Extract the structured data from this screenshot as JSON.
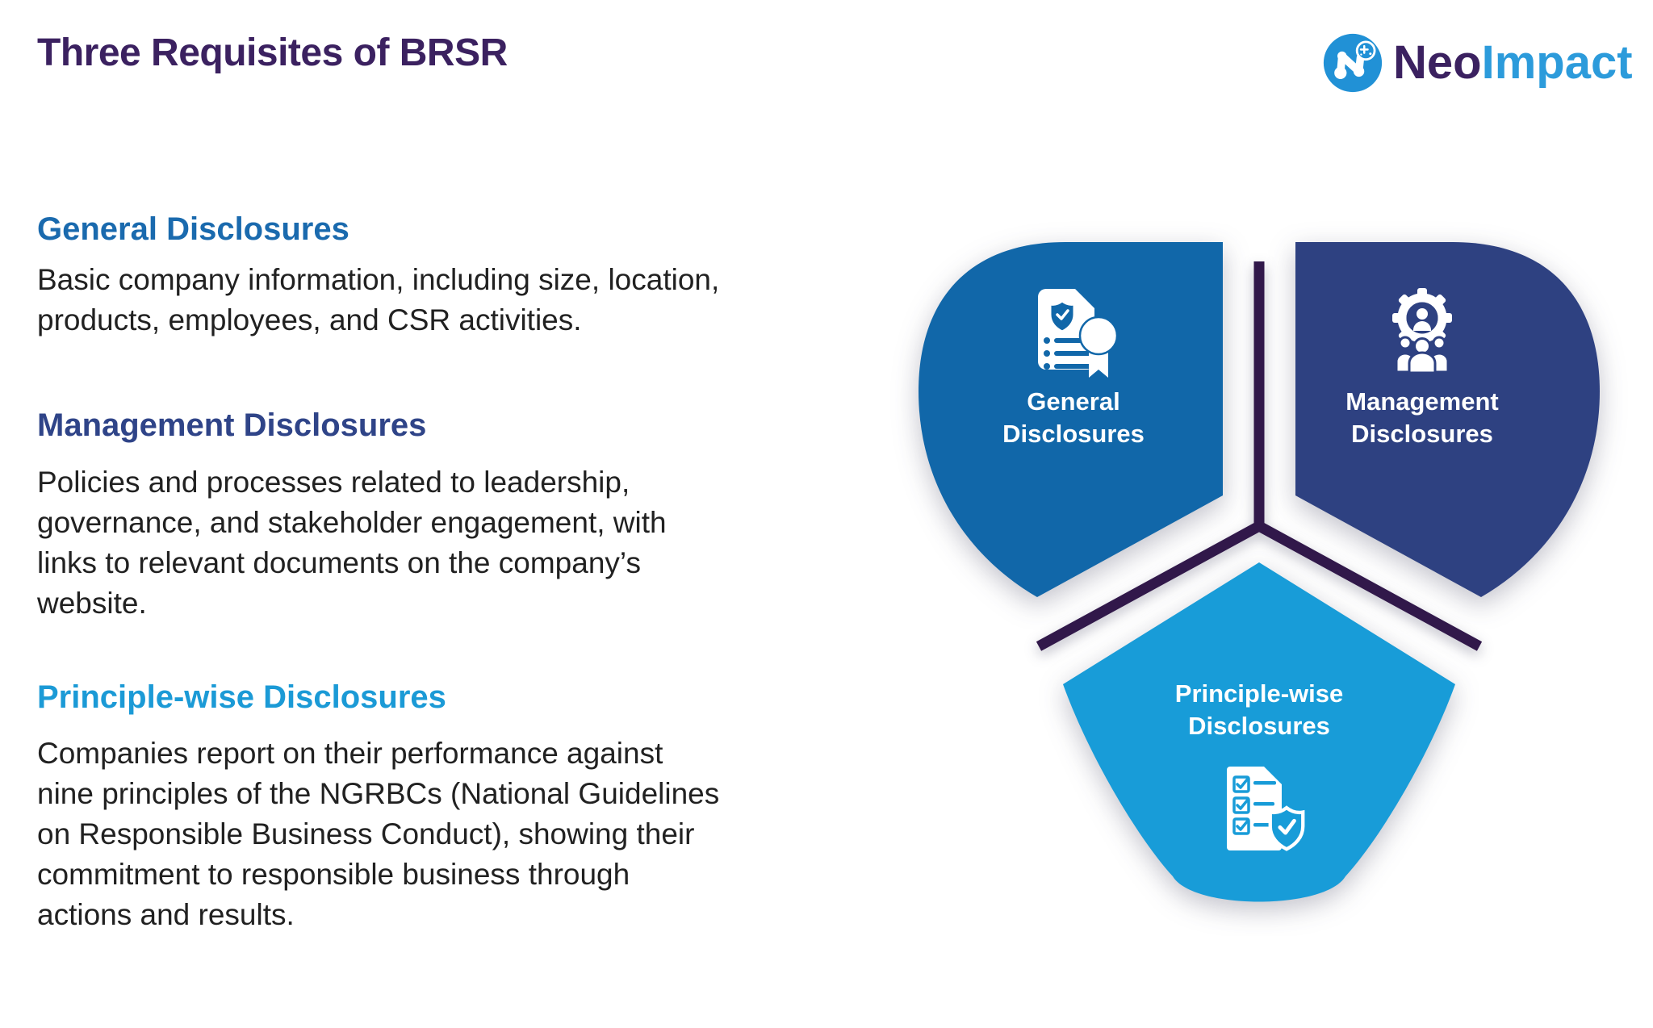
{
  "page": {
    "title": "Three Requisites of BRSR"
  },
  "logo": {
    "name_part1": "Neo",
    "name_part2": "Impact",
    "badge_icon": "molecule-network-icon",
    "badge_color": "#2191d6",
    "name_part1_color": "#3b2160",
    "name_part2_color": "#2c9bdb"
  },
  "sections": [
    {
      "heading": "General Disclosures",
      "heading_color": "#1a6aae",
      "body": "Basic company information, including size, location,\nproducts, employees, and CSR activities."
    },
    {
      "heading": "Management Disclosures",
      "heading_color": "#2f4488",
      "body": "Policies and processes related to leadership,\ngovernance, and stakeholder engagement, with\nlinks to relevant documents on the company’s\nwebsite."
    },
    {
      "heading": "Principle-wise Disclosures",
      "heading_color": "#1b9ad6",
      "body": "Companies report on their performance against\nnine principles of the NGRBCs (National Guidelines\non Responsible Business Conduct), showing their\ncommitment to responsible business through\nactions and results."
    }
  ],
  "diagram": {
    "divider_color": "#31184a",
    "petals": [
      {
        "label": "General\nDisclosures",
        "color": "#1167a9",
        "icon": "certified-document-icon"
      },
      {
        "label": "Management\nDisclosures",
        "color": "#2e4181",
        "icon": "team-gear-icon"
      },
      {
        "label": "Principle-wise\nDisclosures",
        "color": "#189cd8",
        "icon": "checklist-shield-icon"
      }
    ]
  }
}
